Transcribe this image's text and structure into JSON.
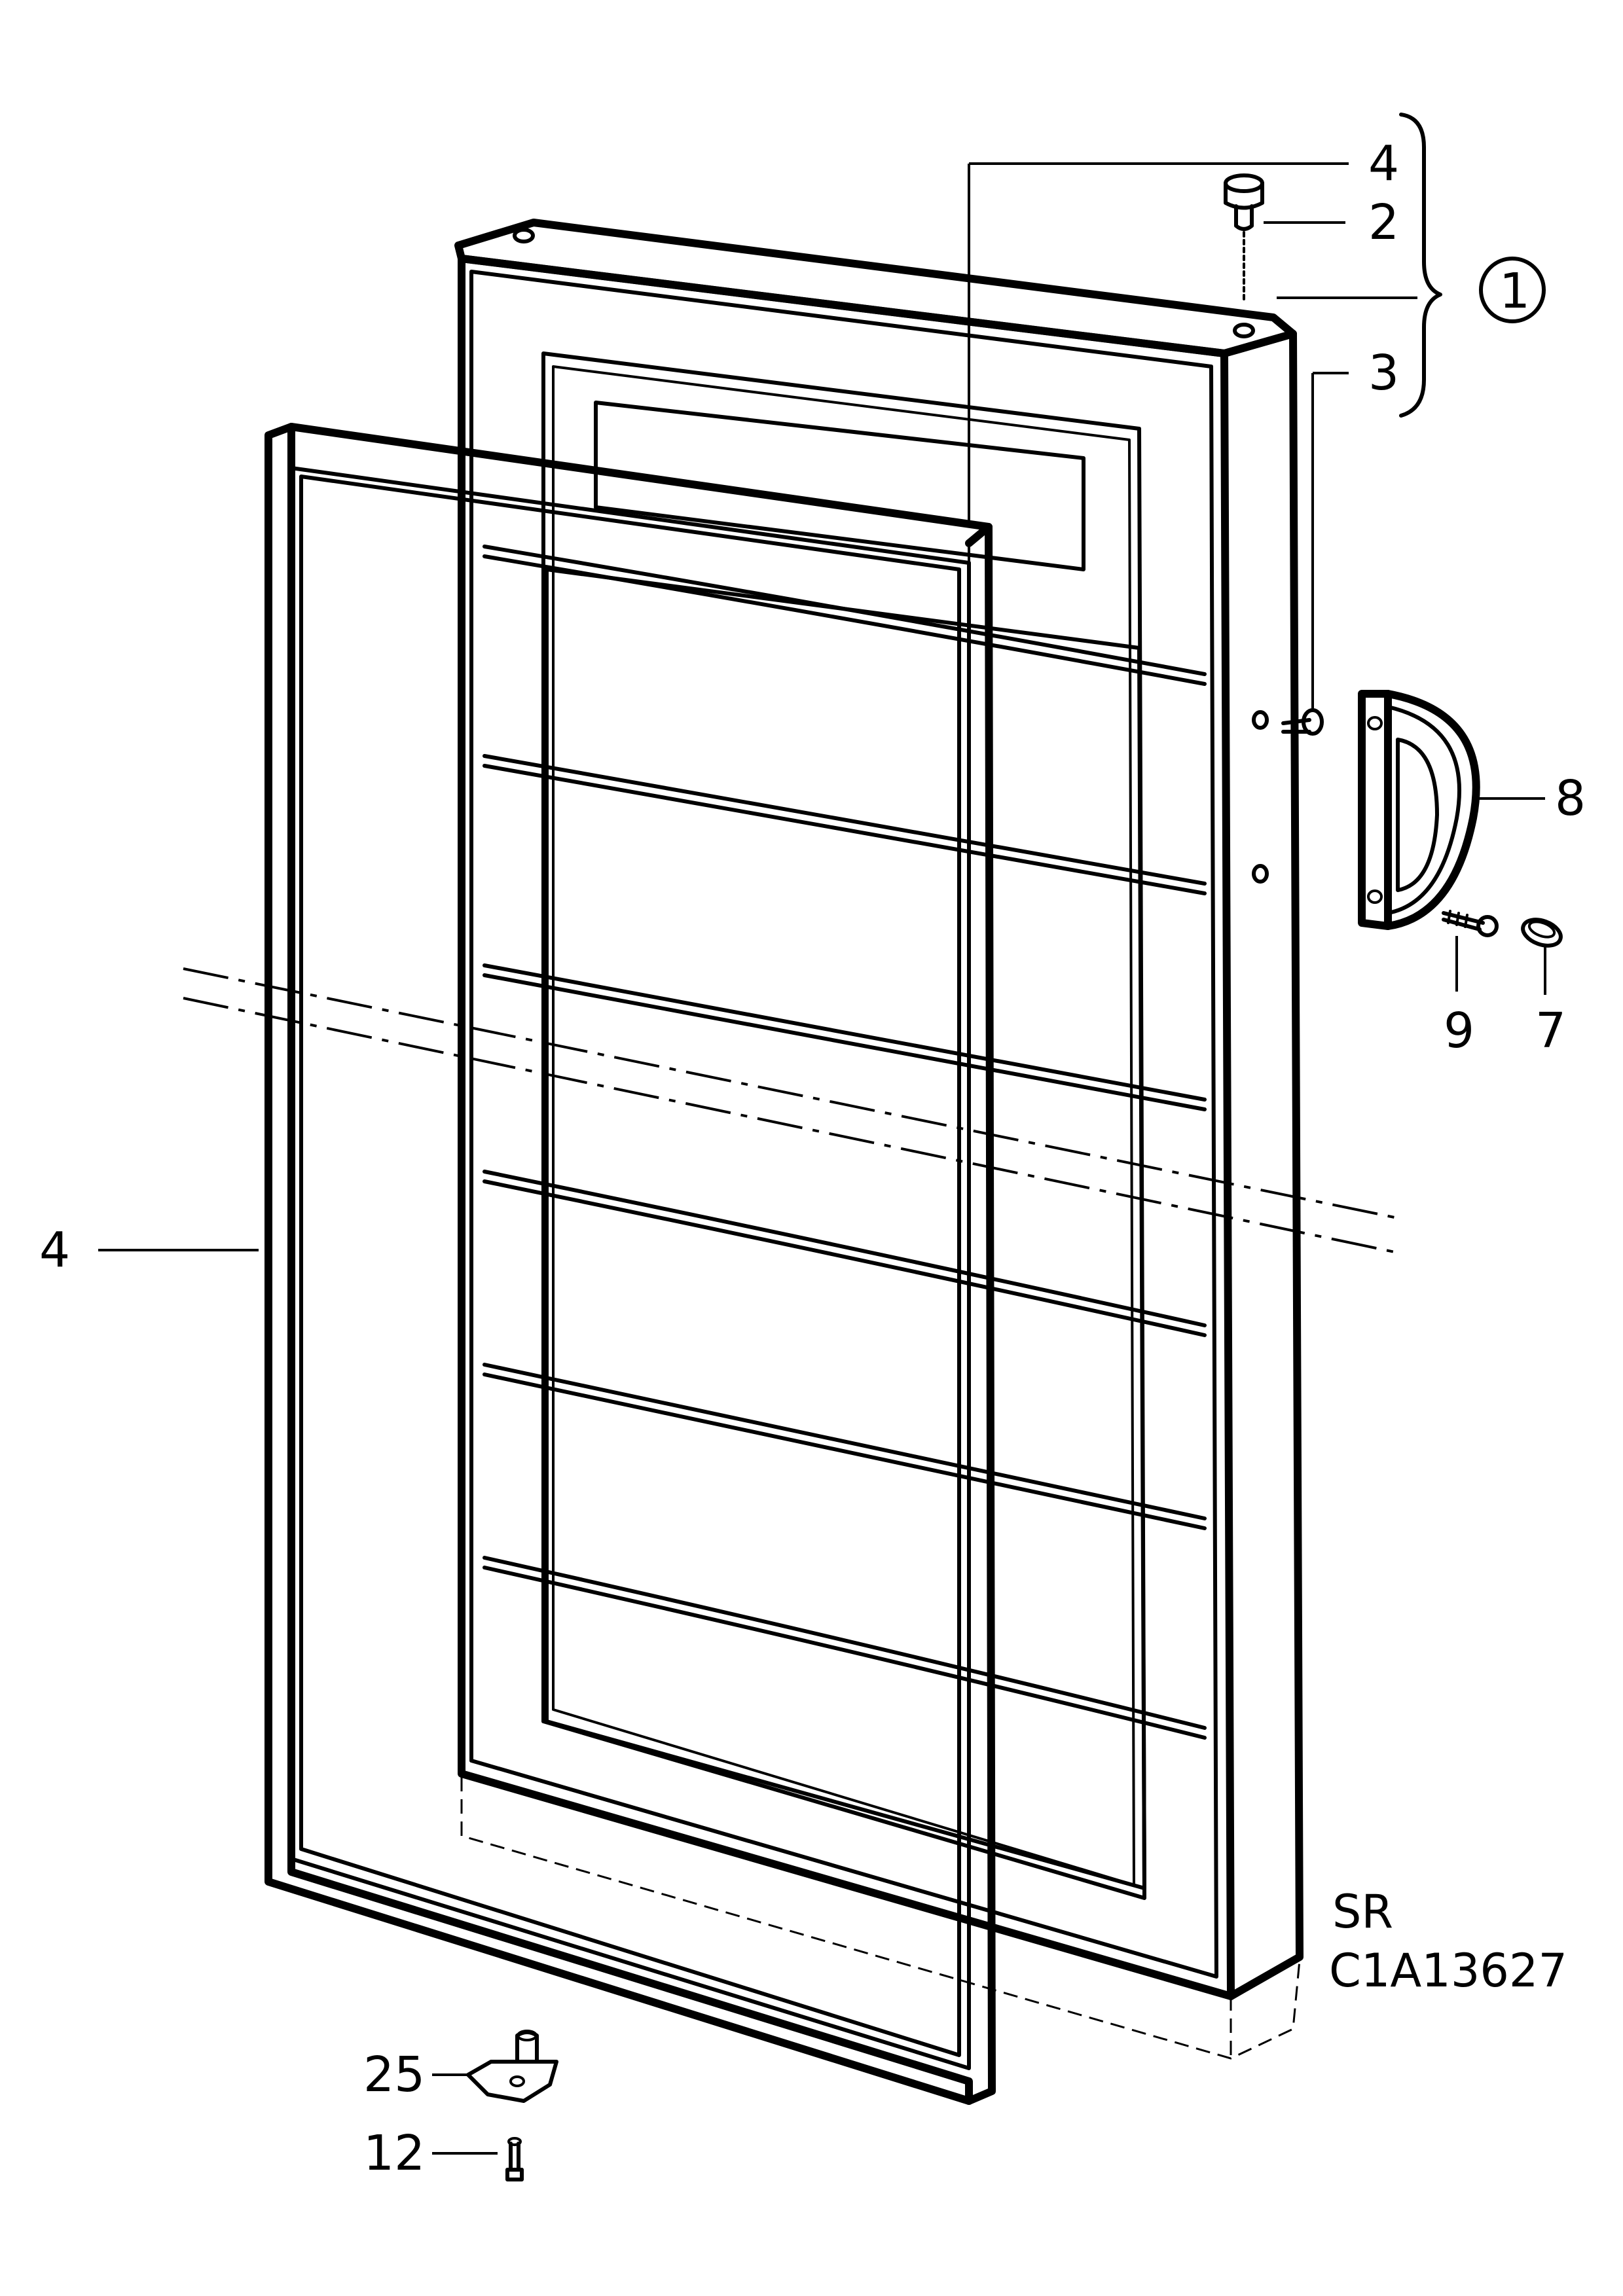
{
  "diagram": {
    "callouts": {
      "gasket_top": "4",
      "hinge_pin": "2",
      "door_assembly": "1",
      "plug": "3",
      "handle": "8",
      "screw": "9",
      "cap": "7",
      "gasket_left": "4",
      "hinge_bracket": "25",
      "bracket_screw": "12"
    },
    "reference": {
      "line1": "SR",
      "line2": "C1A13627"
    }
  }
}
